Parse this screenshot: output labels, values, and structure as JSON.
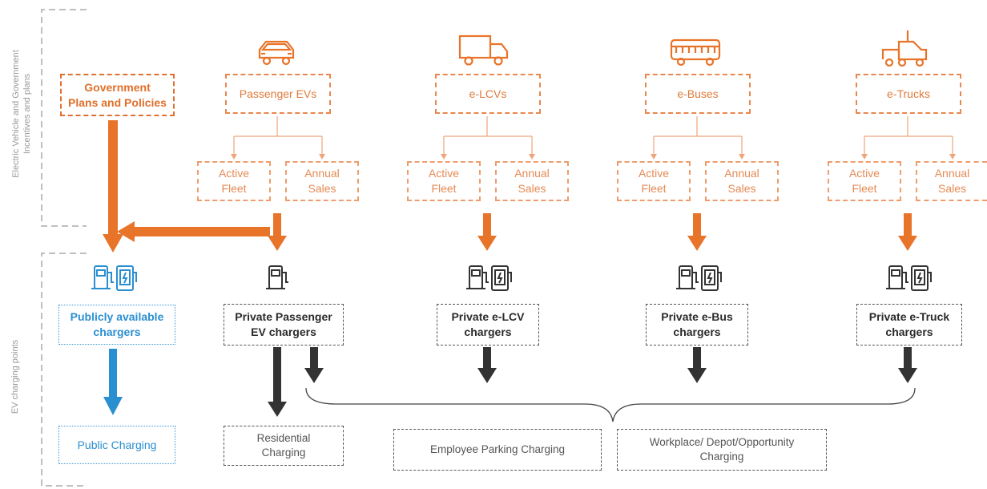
{
  "side_labels": {
    "top": "Electric Vehicle and Government\nIncentives and plans",
    "bottom": "EV charging points"
  },
  "government_box": "Government\nPlans and Policies",
  "vehicle_categories": [
    {
      "label": "Passenger EVs",
      "icon": "car-icon",
      "sub": [
        "Active\nFleet",
        "Annual\nSales"
      ],
      "charger": "Private Passenger\nEV chargers"
    },
    {
      "label": "e-LCVs",
      "icon": "truck-icon",
      "sub": [
        "Active\nFleet",
        "Annual\nSales"
      ],
      "charger": "Private e-LCV\nchargers"
    },
    {
      "label": "e-Buses",
      "icon": "bus-icon",
      "sub": [
        "Active\nFleet",
        "Annual\nSales"
      ],
      "charger": "Private e-Bus\nchargers"
    },
    {
      "label": "e-Trucks",
      "icon": "semi-truck-icon",
      "sub": [
        "Active\nFleet",
        "Annual\nSales"
      ],
      "charger": "Private e-Truck\nchargers"
    }
  ],
  "public_chargers": "Publicly available\nchargers",
  "public_charging": "Public Charging",
  "residential_charging": "Residential\nCharging",
  "employee_parking_charging": "Employee Parking Charging",
  "workplace_charging": "Workplace/ Depot/Opportunity\nCharging",
  "colors": {
    "orange": "#e8742a",
    "blue": "#2a8fd0",
    "dark": "#333333",
    "grey": "#aaaaaa"
  }
}
